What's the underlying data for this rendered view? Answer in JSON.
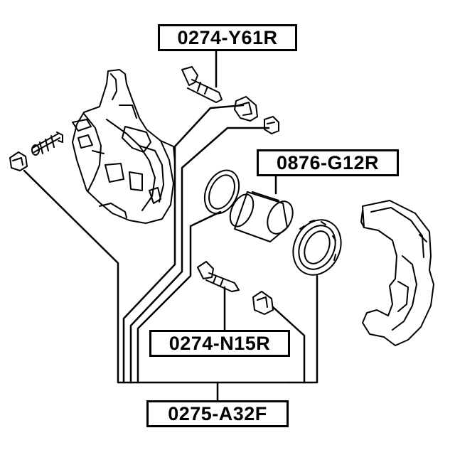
{
  "labels": {
    "guide_pin_upper": "0274-Y61R",
    "piston": "0876-G12R",
    "guide_pin_lower": "0274-N15R",
    "repair_kit": "0275-A32F"
  },
  "colors": {
    "line": "#000000",
    "background": "#ffffff"
  }
}
